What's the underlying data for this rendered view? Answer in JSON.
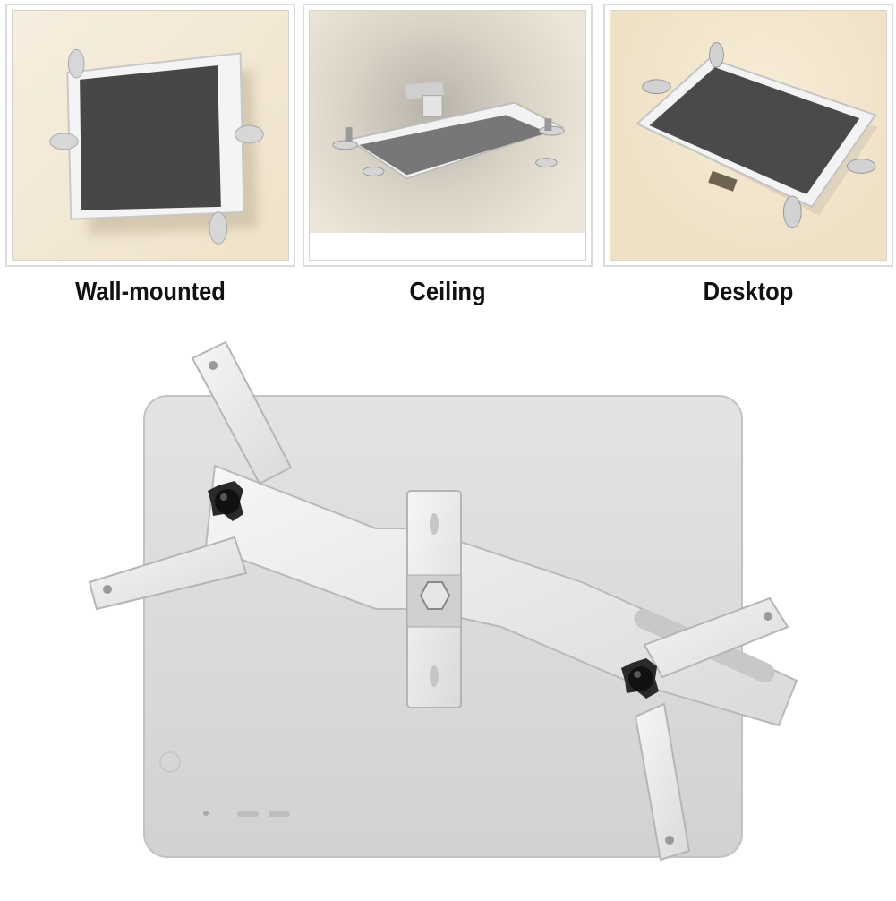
{
  "panels": [
    {
      "caption": "Wall-mounted",
      "background": "#f3e9d6",
      "scene": "wall"
    },
    {
      "caption": "Ceiling",
      "background": "#ebe6dc",
      "scene": "ceiling"
    },
    {
      "caption": "Desktop",
      "background": "#f2e6d0",
      "scene": "desktop"
    }
  ],
  "main_image": {
    "subject": "tablet-back-with-adjustable-mount",
    "colors": {
      "tablet": "#d9d9d9",
      "bracket": "#eeeeee",
      "knob": "#222222"
    }
  }
}
